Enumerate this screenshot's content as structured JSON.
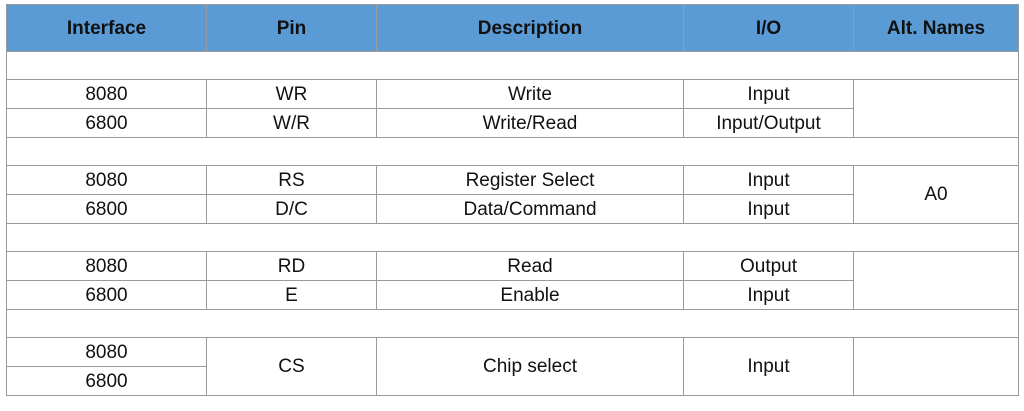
{
  "table": {
    "headers": [
      "Interface",
      "Pin",
      "Description",
      "I/O",
      "Alt. Names"
    ],
    "groups": [
      {
        "rows": [
          {
            "interface": "8080",
            "pin": "WR",
            "description": "Write",
            "io": "Input"
          },
          {
            "interface": "6800",
            "pin": "W/R",
            "description": "Write/Read",
            "io": "Input/Output"
          }
        ],
        "alt": ""
      },
      {
        "rows": [
          {
            "interface": "8080",
            "pin": "RS",
            "description": "Register Select",
            "io": "Input"
          },
          {
            "interface": "6800",
            "pin": "D/C",
            "description": "Data/Command",
            "io": "Input"
          }
        ],
        "alt": "A0"
      },
      {
        "rows": [
          {
            "interface": "8080",
            "pin": "RD",
            "description": "Read",
            "io": "Output"
          },
          {
            "interface": "6800",
            "pin": "E",
            "description": "Enable",
            "io": "Input"
          }
        ],
        "alt": ""
      },
      {
        "rows": [
          {
            "interface": "8080"
          },
          {
            "interface": "6800"
          }
        ],
        "pin": "CS",
        "description": "Chip select",
        "io": "Input",
        "alt": ""
      }
    ]
  }
}
